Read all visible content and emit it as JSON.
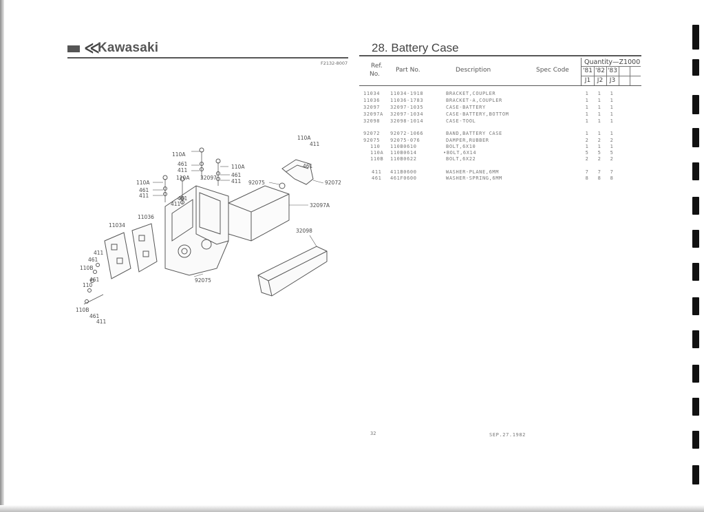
{
  "header": {
    "brand": "Kawasaki",
    "figure_number": "F2132-8007",
    "section_title": "28.  Battery Case"
  },
  "table": {
    "headers": {
      "ref_line1": "Ref.",
      "ref_line2": "No.",
      "part_no": "Part  No.",
      "description": "Description",
      "spec_code": "Spec Code",
      "quantity": "Quantity—Z1000",
      "years": [
        "'81",
        "'82",
        "'83"
      ],
      "codes": [
        "J1",
        "J2",
        "J3"
      ]
    },
    "rows": [
      {
        "ref": "11034",
        "part": "11034-1918",
        "desc": "BRACKET,COUPLER",
        "q": [
          "1",
          "1",
          "1"
        ]
      },
      {
        "ref": "11036",
        "part": "11036-1783",
        "desc": "BRACKET-A,COUPLER",
        "q": [
          "1",
          "1",
          "1"
        ]
      },
      {
        "ref": "32097",
        "part": "32097-1035",
        "desc": "CASE-BATTERY",
        "q": [
          "1",
          "1",
          "1"
        ]
      },
      {
        "ref": "32097A",
        "part": "32097-1034",
        "desc": "CASE-BATTERY,BOTTOM",
        "q": [
          "1",
          "1",
          "1"
        ]
      },
      {
        "ref": "32098",
        "part": "32098-1014",
        "desc": "CASE-TOOL",
        "q": [
          "1",
          "1",
          "1"
        ]
      },
      {
        "ref": "92072",
        "part": "92072-1066",
        "desc": "BAND,BATTERY CASE",
        "q": [
          "1",
          "1",
          "1"
        ]
      },
      {
        "ref": "92075",
        "part": "92075-076",
        "desc": "DAMPER,RUBBER",
        "q": [
          "2",
          "2",
          "2"
        ]
      },
      {
        "ref": "110",
        "part": "110B0610",
        "desc": "BOLT,6X10",
        "q": [
          "1",
          "1",
          "1"
        ]
      },
      {
        "ref": "110A",
        "part": "110B0614",
        "desc": "•BOLT,6X14",
        "q": [
          "5",
          "5",
          "5"
        ]
      },
      {
        "ref": "110B",
        "part": "110B0622",
        "desc": "BOLT,6X22",
        "q": [
          "2",
          "2",
          "2"
        ]
      },
      {
        "ref": "411",
        "part": "411B0600",
        "desc": "WASHER-PLANE,6MM",
        "q": [
          "7",
          "7",
          "7"
        ]
      },
      {
        "ref": "461",
        "part": "461F0600",
        "desc": "WASHER-SPRING,6MM",
        "q": [
          "8",
          "8",
          "8"
        ]
      }
    ]
  },
  "diagram": {
    "labels": {
      "l110A_a": "110A",
      "l461_a": "461",
      "l411_a": "411",
      "l110A_b": "110A",
      "l461_b": "461",
      "l411_b": "411",
      "l110A_c": "110A",
      "l461_c": "461",
      "l411_c": "411",
      "l110A_d": "110A",
      "l32097": "32097",
      "l461_d": "461",
      "l411_d": "411",
      "l92075_a": "92075",
      "l92072": "92072",
      "l110A_e": "110A",
      "l411_e": "411",
      "l461_e": "461",
      "l32097A": "32097A",
      "l32098": "32098",
      "l11034": "11034",
      "l11036": "11036",
      "l411_f": "411",
      "l461_f": "461",
      "l110B_a": "110B",
      "l461_g": "461",
      "l110_a": "110",
      "l110B_b": "110B",
      "l461_h": "461",
      "l411_g": "411",
      "l92075_b": "92075"
    }
  },
  "footer": {
    "page_number": "32",
    "date": "SEP.27.1982"
  }
}
